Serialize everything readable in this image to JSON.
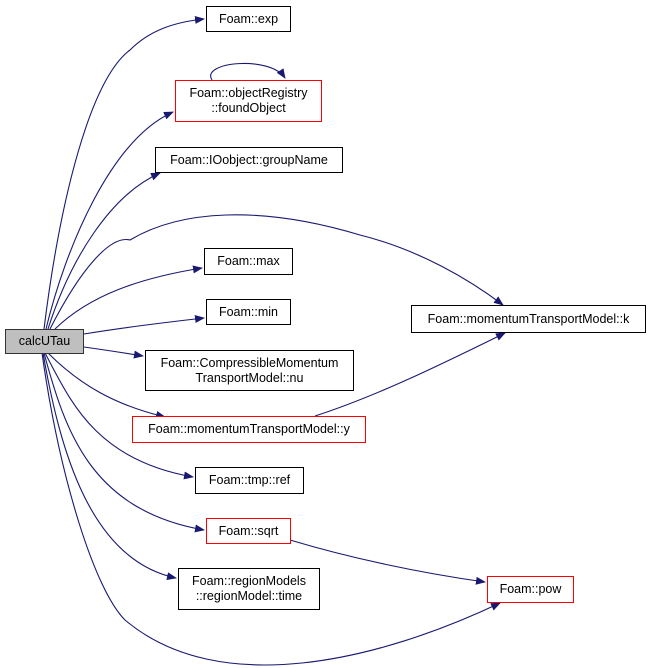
{
  "graph": {
    "edge_color": "#191970",
    "link_border_color": "#ff0000",
    "root": {
      "label": "calcUTau"
    },
    "nodes": {
      "exp": {
        "label": "Foam::exp"
      },
      "foundObject": {
        "label": "Foam::objectRegistry\n::foundObject"
      },
      "groupName": {
        "label": "Foam::IOobject::groupName"
      },
      "max": {
        "label": "Foam::max"
      },
      "min": {
        "label": "Foam::min"
      },
      "k": {
        "label": "Foam::momentumTransportModel::k"
      },
      "nu": {
        "label": "Foam::CompressibleMomentum\nTransportModel::nu"
      },
      "y": {
        "label": "Foam::momentumTransportModel::y"
      },
      "ref": {
        "label": "Foam::tmp::ref"
      },
      "sqrt": {
        "label": "Foam::sqrt"
      },
      "time": {
        "label": "Foam::regionModels\n::regionModel::time"
      },
      "pow": {
        "label": "Foam::pow"
      }
    },
    "edges": [
      [
        "calcUTau",
        "exp"
      ],
      [
        "calcUTau",
        "foundObject"
      ],
      [
        "foundObject",
        "foundObject"
      ],
      [
        "calcUTau",
        "groupName"
      ],
      [
        "calcUTau",
        "k"
      ],
      [
        "calcUTau",
        "max"
      ],
      [
        "calcUTau",
        "min"
      ],
      [
        "calcUTau",
        "nu"
      ],
      [
        "calcUTau",
        "y"
      ],
      [
        "y",
        "k"
      ],
      [
        "calcUTau",
        "ref"
      ],
      [
        "calcUTau",
        "sqrt"
      ],
      [
        "sqrt",
        "pow"
      ],
      [
        "calcUTau",
        "time"
      ],
      [
        "calcUTau",
        "pow"
      ]
    ]
  }
}
